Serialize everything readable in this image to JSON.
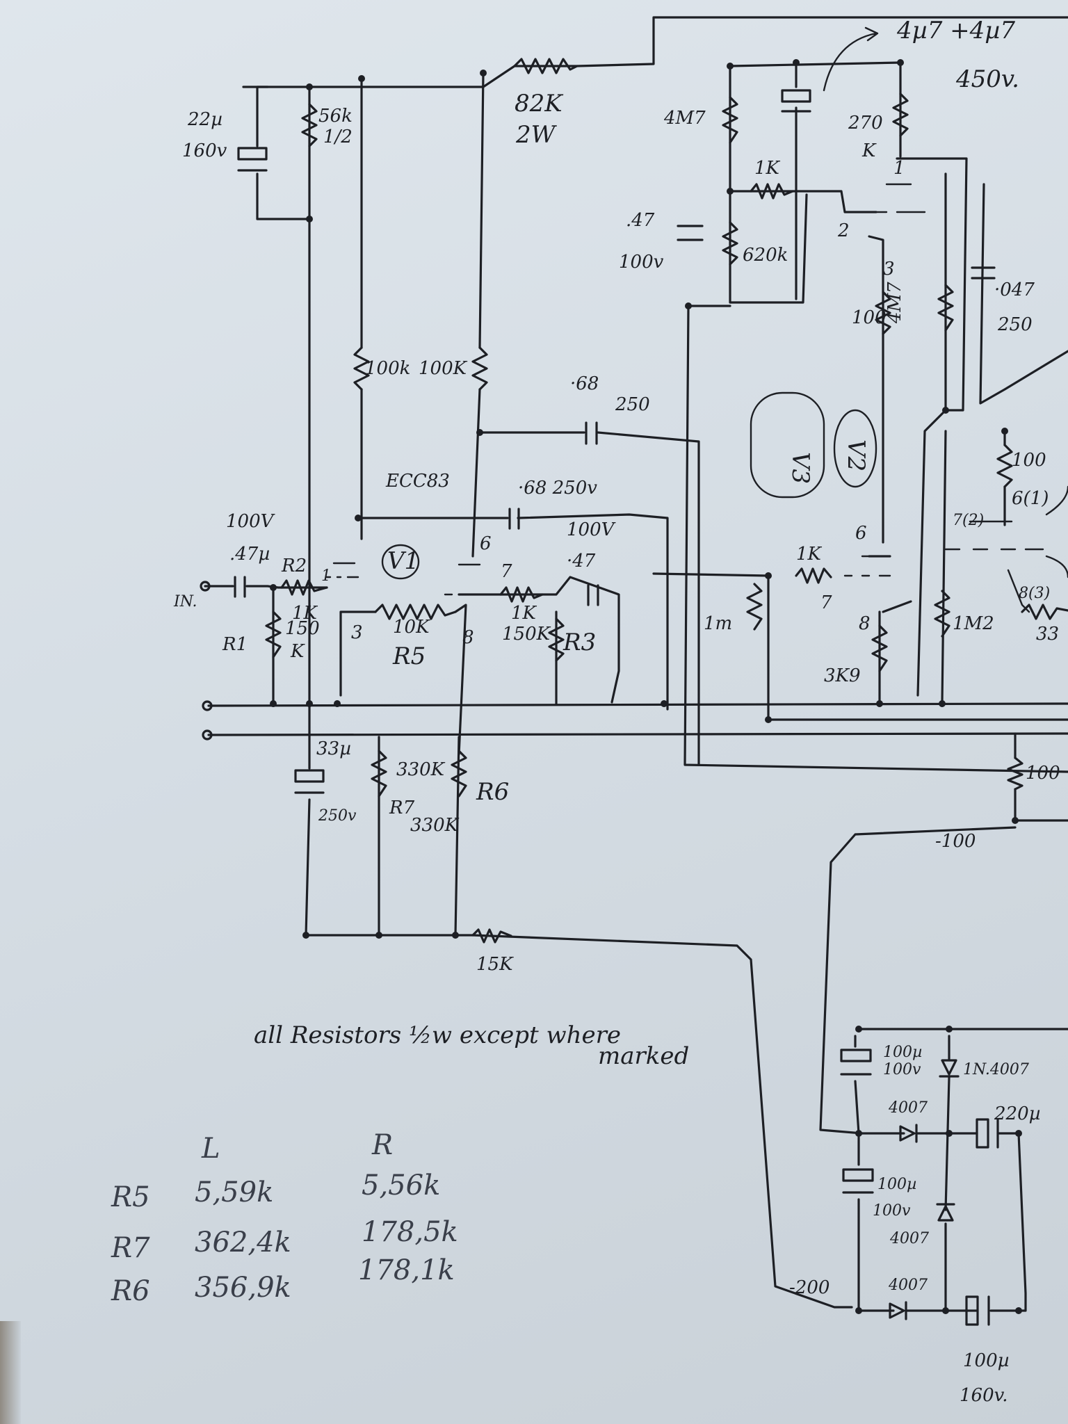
{
  "schematic": {
    "labels": {
      "cap_top": "4µ7 +4µ7",
      "cap_top_voltage": "450v.",
      "r_82k": "82K",
      "r_82k_w": "2W",
      "c_22u": "22µ",
      "c_22u_v": "160v",
      "r_56k": "56k",
      "r_56k_w": "1/2",
      "r_4m7": "4M7",
      "r_270k": "270",
      "r_270k_k": "K",
      "r_1k_top": "1K",
      "c_047": ".47",
      "c_047_v": "100v",
      "r_620k": "620k",
      "pin_1": "1",
      "pin_2": "2",
      "pin_3": "3",
      "r_100_a": "100",
      "r_4m7_vert": "4M7",
      "c_0047": "·047",
      "c_0047_v": "250",
      "r_100k_a": "100k",
      "r_100k_b": "100K",
      "c_068": "·68",
      "c_068_v": "250",
      "tube_label": "ECC83",
      "c_068_b": "·68 250v",
      "v3_label": "V3",
      "v2_label": "V2",
      "r_100_b": "100",
      "pin_6_r": "6",
      "pin_6_l": "6(1)",
      "pin_7_r": "7(2)",
      "c_047_in_v": "100V",
      "c_047_in": ".47µ",
      "r2_label": "R2",
      "in_label": "IN.",
      "v1_label": "V1",
      "pin_6_v1": "6",
      "pin_1_v1": "1",
      "pin_7_v1": "7",
      "c_047_out_v": "100V",
      "c_047_out": "·47",
      "r_1k_grid": "1K",
      "r_1k_grid2": "1K",
      "r_1k_v2": "1K",
      "pin_7_v2": "7",
      "pin_8_v2": "8",
      "r_1m": "1m",
      "r_1m2": "1M2",
      "pin_8_3": "8(3)",
      "r_33": "33",
      "r1_label": "R1",
      "r_150k": "150",
      "r_150k_k": "K",
      "pin_3_v1": "3",
      "r_10k": "10K",
      "r5_label": "R5",
      "pin_8_v1": "8",
      "r_150k_b": "150K",
      "r3_label": "R3",
      "r_3k9": "3K9",
      "c_33u": "33µ",
      "c_33u_v": "250v",
      "r_330k_a": "330K",
      "r7_label": "R7",
      "r_330k_b": "330K",
      "r6_label": "R6",
      "r_100_c": "100",
      "v_neg100": "-100",
      "r_15k": "15K",
      "c_100u_a": "100µ",
      "c_100u_a_v": "100v",
      "d_1n4007": "1N.4007",
      "d_4007_a": "4007",
      "c_220u": "220µ",
      "c_100u_b": "100µ",
      "c_100u_b_v": "100v",
      "d_4007_b": "4007",
      "v_neg200": "-200",
      "d_4007_c": "4007",
      "c_100u_c": "100µ",
      "c_100u_c_v": "160v."
    },
    "note_line1": "all Resistors ½w except where",
    "note_line2": "marked",
    "measurements": {
      "header_l": "L",
      "header_r": "R",
      "rows": [
        {
          "name": "R5",
          "left": "5,59k",
          "right": "5,56k"
        },
        {
          "name": "R7",
          "left": "362,4k",
          "right": "178,5k"
        },
        {
          "name": "R6",
          "left": "356,9k",
          "right": "178,1k"
        }
      ]
    }
  }
}
